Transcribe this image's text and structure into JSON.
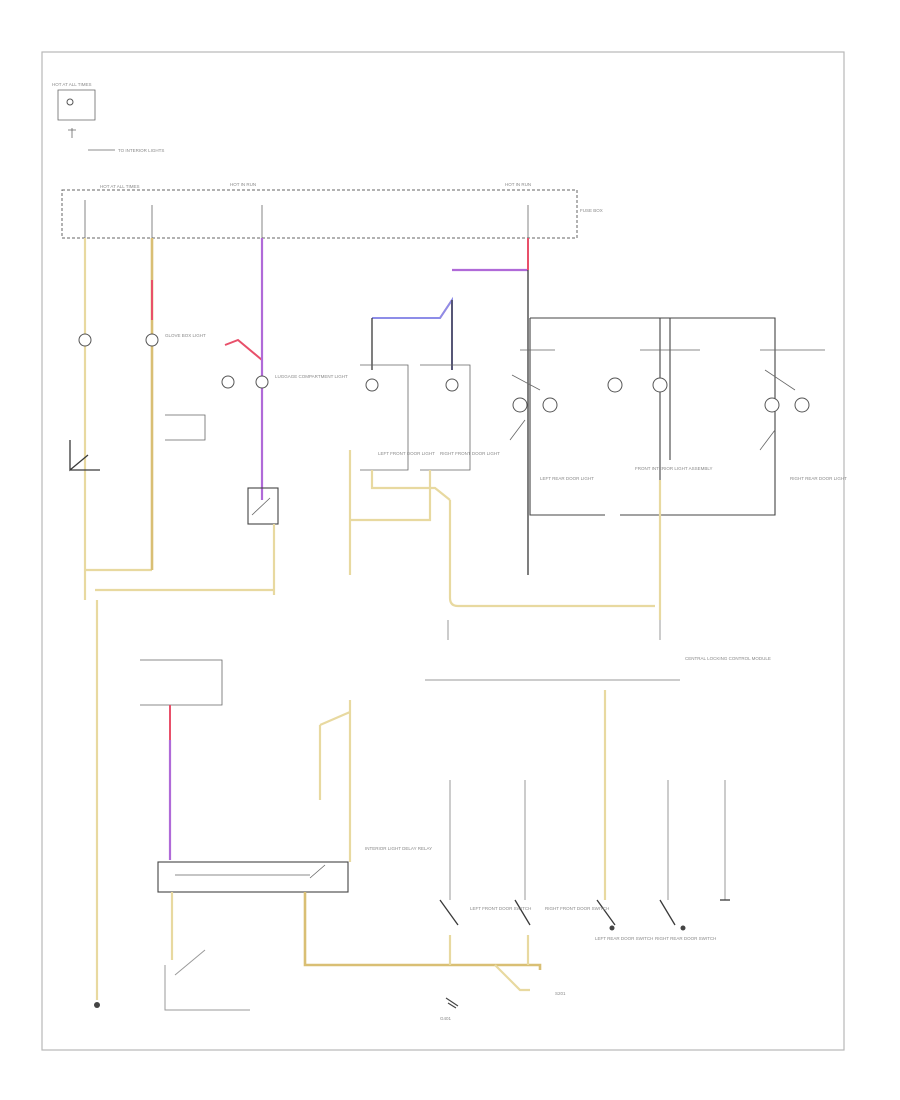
{
  "diagram": {
    "footer_code": "",
    "labels": {
      "hot_at_all_times": "HOT AT ALL TIMES",
      "fuse_box": "FUSE BOX",
      "hot_in_run": "HOT IN RUN",
      "to_interior_light": "TO INTERIOR LIGHTS",
      "glove_box_light": "GLOVE BOX LIGHT",
      "luggage_light": "LUGGAGE COMPARTMENT LIGHT",
      "left_front_door_light": "LEFT FRONT DOOR LIGHT",
      "right_front_door_light": "RIGHT FRONT DOOR LIGHT",
      "central_locking": "CENTRAL LOCKING CONTROL MODULE",
      "front_interior_lamp": "FRONT INTERIOR LIGHT ASSEMBLY",
      "left_rear_door_light": "LEFT REAR DOOR LIGHT",
      "right_rear_door_light": "RIGHT REAR DOOR LIGHT",
      "interior_light_delay": "INTERIOR LIGHT DELAY RELAY",
      "door_switch_lf": "LEFT FRONT DOOR SWITCH",
      "door_switch_rf": "RIGHT FRONT DOOR SWITCH",
      "door_switch_lr": "LEFT REAR DOOR SWITCH",
      "door_switch_rr": "RIGHT REAR DOOR SWITCH",
      "ground": "G401",
      "splice": "S201"
    }
  }
}
